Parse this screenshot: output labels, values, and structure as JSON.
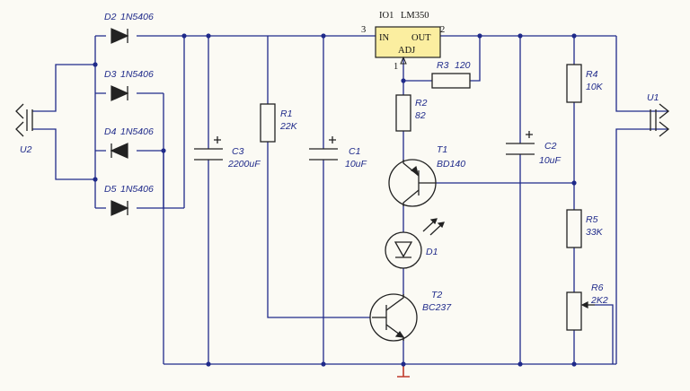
{
  "colors": {
    "wire": "#1f2a8a",
    "component": "#222222",
    "ic_fill": "#fbeea0",
    "ground": "#c0392b",
    "background": "#fbfaf4"
  },
  "ic": {
    "ref": "IO1",
    "part": "LM350",
    "pin_in": "IN",
    "pin_out": "OUT",
    "pin_adj": "ADJ",
    "pin3_num": "3",
    "pin2_num": "2",
    "pin1_num": "1"
  },
  "diodes": [
    {
      "ref": "D2",
      "part": "1N5406"
    },
    {
      "ref": "D3",
      "part": "1N5406"
    },
    {
      "ref": "D4",
      "part": "1N5406"
    },
    {
      "ref": "D5",
      "part": "1N5406"
    }
  ],
  "resistors": {
    "r1": {
      "ref": "R1",
      "value": "22K"
    },
    "r2": {
      "ref": "R2",
      "value": "82"
    },
    "r3": {
      "ref": "R3",
      "value": "120"
    },
    "r4": {
      "ref": "R4",
      "value": "10K"
    },
    "r5": {
      "ref": "R5",
      "value": "33K"
    },
    "r6": {
      "ref": "R6",
      "value": "2K2"
    }
  },
  "capacitors": {
    "c3": {
      "ref": "C3",
      "value": "2200uF"
    },
    "c1": {
      "ref": "C1",
      "value": "10uF"
    },
    "c2": {
      "ref": "C2",
      "value": "10uF"
    }
  },
  "transistors": {
    "t1": {
      "ref": "T1",
      "part": "BD140"
    },
    "t2": {
      "ref": "T2",
      "part": "BC237"
    }
  },
  "led": {
    "ref": "D1"
  },
  "connectors": {
    "u1": "U1",
    "u2": "U2"
  }
}
